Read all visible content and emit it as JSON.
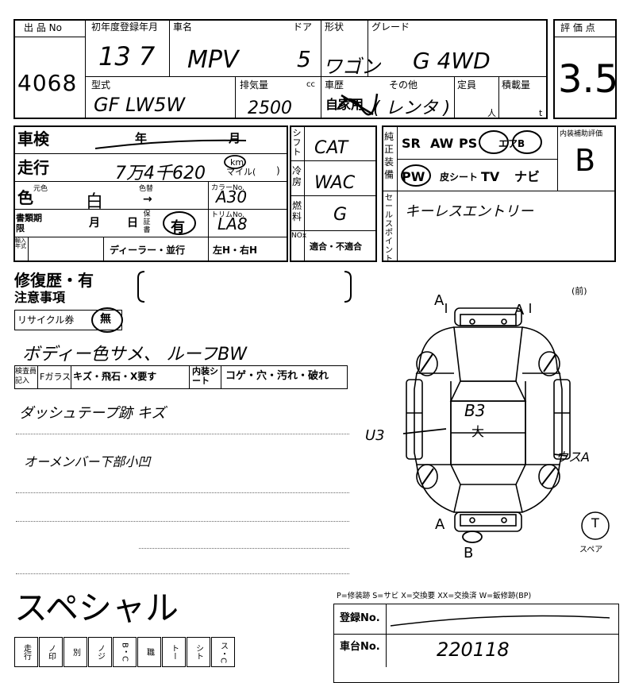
{
  "header": {
    "lot_no_label": "出 品 No",
    "lot_no": "4068",
    "first_reg_label": "初年度登録年月",
    "car_name_label": "車名",
    "door_label": "ドア",
    "shape_label": "形状",
    "grade_label": "グレード",
    "score_label": "評 価 点",
    "first_reg_value": "13 7",
    "car_name_value": "MPV",
    "door_value": "5",
    "shape_value": "ワゴン",
    "grade_value": "G 4WD",
    "model_label": "型式",
    "model_value": "GF LW5W",
    "displacement_label": "排気量",
    "cc_label": "cc",
    "displacement_value": "2500",
    "history_label": "車歴",
    "history_value": "自家用",
    "other_label": "その他",
    "other_value": "( レンタ )",
    "capacity_label": "定員",
    "capacity_unit": "人",
    "load_label": "積載量",
    "load_unit": "t",
    "score_value": "3.5"
  },
  "specs": {
    "inspection_label": "車検",
    "inspection_year": "年",
    "inspection_month": "月",
    "mileage_label": "走行",
    "mileage_value": "7万4千620",
    "mileage_unit": "km",
    "mileage_mile": "マイル(",
    "mileage_close": ")",
    "color_label": "色",
    "orig_color_label": "元色",
    "color_value": "白",
    "color_code_label": "色替",
    "color_arrow": "→",
    "color_num_label": "カラーNo.",
    "color_num": "A30",
    "trim_label": "トリムNo.",
    "trim_value": "LA8",
    "docs_label": "書類期限",
    "docs_month": "月",
    "docs_day": "日",
    "warranty_label": "保証書",
    "warranty_value": "有",
    "import_label": "輸入年式",
    "dealer_label": "ディーラー・並行",
    "steering_label": "左H・右H",
    "shift_label": "シフト",
    "shift_value": "CAT",
    "ac_label": "冷房",
    "ac_value": "WAC",
    "fuel_label": "燃料",
    "fuel_value": "G",
    "nox_label": "NOx",
    "nox_value": "適合・不適合",
    "equip_label": "純正装備",
    "equip_items": [
      "SR",
      "AW",
      "PS",
      "エアB",
      "PW",
      "皮シート",
      "TV",
      "ナビ"
    ],
    "interior_label": "内装補助評価",
    "interior_value": "B",
    "sales_label": "セールスポイント",
    "sales_value": "キーレスエントリー"
  },
  "notes": {
    "repair_label": "修復歴・有",
    "caution_label": "注意事項",
    "recycle_label": "リサイクル券",
    "recycle_value": "無",
    "body_note": "ボディー色サメ、 ルーフBW",
    "inspector_label": "検査員記入",
    "glass_label": "Fガラス",
    "glass_legend": "キズ・飛石・X要す",
    "interior_sheet_label": "内装シート",
    "interior_legend": "コゲ・穴・汚れ・破れ",
    "note1": "ダッシュテープ跡 キズ",
    "note2": "オーメンバー下部小凹"
  },
  "diagram": {
    "front_label": "(前)",
    "marks": [
      "A",
      "A",
      "B3",
      "大",
      "U3",
      "ウスA",
      "A",
      "B"
    ],
    "spare_label": "スペア",
    "spare_mark": "T"
  },
  "footer": {
    "special_label": "スペシャル",
    "legend": "P=修装跡 S=サビ X=交換要 XX=交換済 W=鈑修跡(BP)",
    "reg_no_label": "登録No.",
    "chassis_label": "車台No.",
    "chassis_value": "220118",
    "bottom_cells": [
      "走行",
      "ノ印",
      "別",
      "ノジ",
      "B・C",
      "職",
      "トー",
      "シト",
      "ス・C"
    ]
  }
}
